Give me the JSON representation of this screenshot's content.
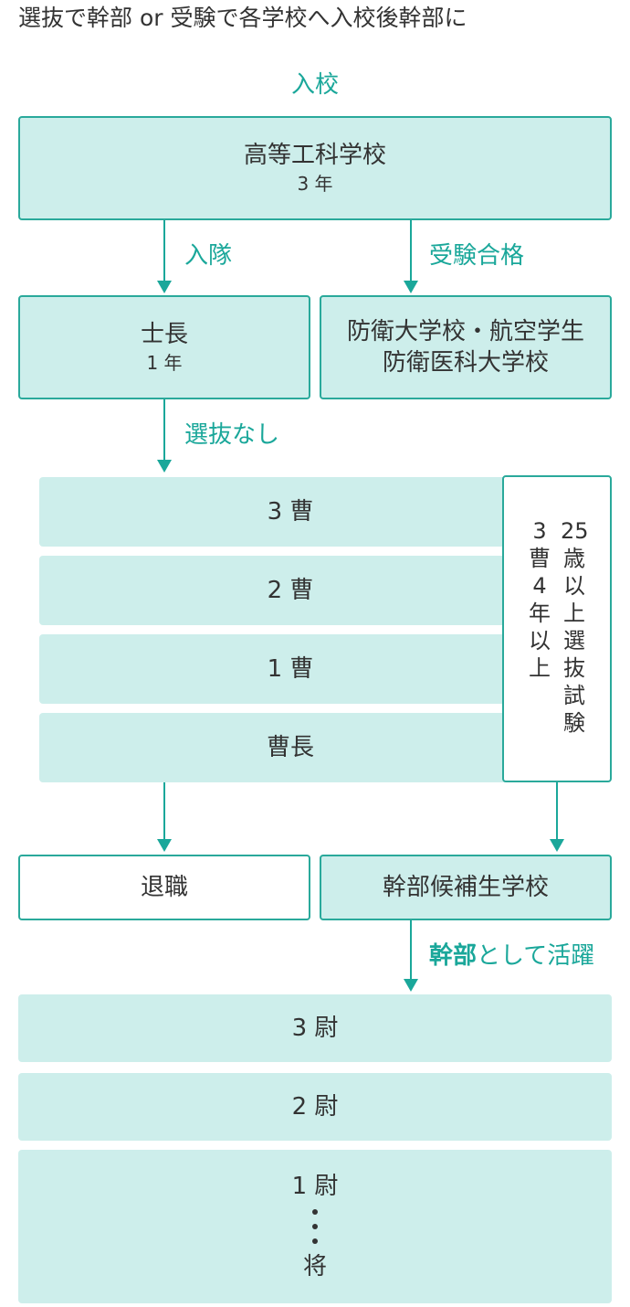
{
  "heading": "選抜で幹部 or 受験で各学校へ入校後幹部に",
  "labels": {
    "enroll": "入校",
    "enlist": "入隊",
    "pass_exam": "受験合格",
    "no_selection": "選抜なし",
    "officer_emphasis": "幹部",
    "officer_rest": "として活躍"
  },
  "boxes": {
    "kotokoka": {
      "name": "高等工科学校",
      "years": "3 年"
    },
    "shicho": {
      "name": "士長",
      "years": "1 年"
    },
    "academies": {
      "line1": "防衛大学校・航空学生",
      "line2": "防衛医科大学校"
    },
    "retire": "退職",
    "officer_candidate_school": "幹部候補生学校"
  },
  "ranks_nco": [
    "3 曹",
    "2 曹",
    "1 曹",
    "曹長"
  ],
  "selection_exam": {
    "col_right": [
      "25",
      "歳",
      "以",
      "上",
      "選",
      "抜",
      "試",
      "験"
    ],
    "col_left": [
      "3",
      "曹",
      "4",
      "年",
      "以",
      "上"
    ]
  },
  "ranks_officer": [
    "3 尉",
    "2 尉"
  ],
  "rank_top": {
    "first": "1 尉",
    "last": "将"
  },
  "colors": {
    "teal": "#1aa79a",
    "box_fill": "#cdeeeb",
    "border": "#2aa99b",
    "text": "#333333"
  }
}
